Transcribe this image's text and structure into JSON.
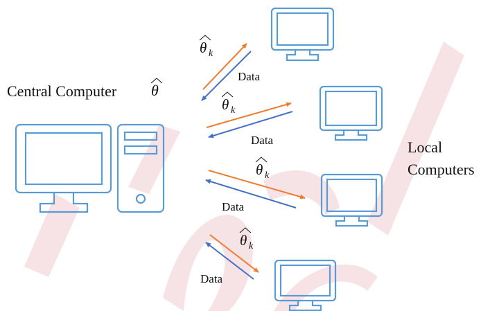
{
  "labels": {
    "central": "Central Computer",
    "central_param": "θ",
    "local_line1": "Local",
    "local_line2": "Computers",
    "param_symbol": "θ",
    "param_subscript": "k",
    "data": "Data"
  },
  "colors": {
    "device_outline": "#5b9bd5",
    "param_arrow": "#ed7d31",
    "data_arrow": "#4472c4",
    "watermark": "#e8b0b8"
  },
  "icons": {
    "central": [
      "monitor-icon",
      "pc-tower-icon"
    ],
    "local": "monitor-icon"
  }
}
